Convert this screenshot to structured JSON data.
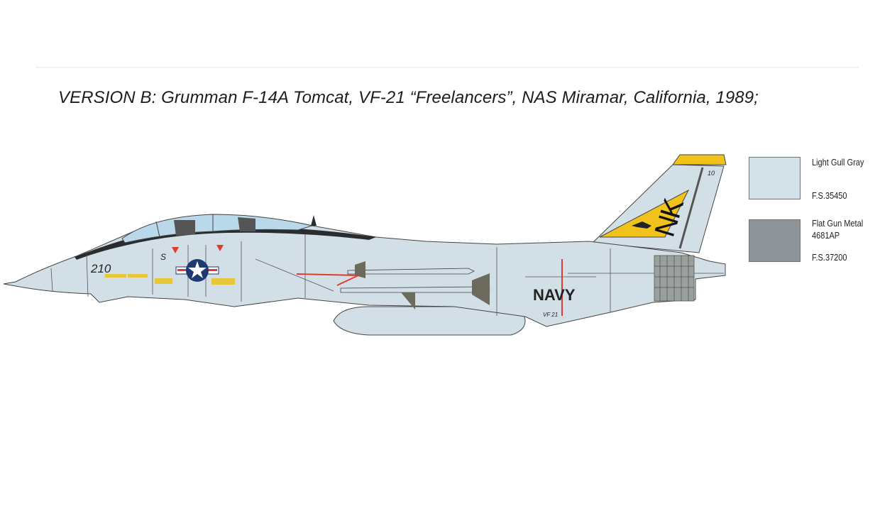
{
  "title": "VERSION B: Grumman F-14A Tomcat, VF-21 “Freelancers”, NAS Miramar, California, 1989;",
  "aircraft": {
    "markings": {
      "modex": "210",
      "service": "NAVY",
      "tail_code": "NK",
      "tail_number": "10",
      "squadron": "VF 21",
      "side_letter": "S"
    },
    "colors": {
      "body": "#d3dfe7",
      "canopy": "#b9d9ea",
      "spine": "#2a2d2f",
      "tail_yellow": "#f1c21b",
      "roundel_blue": "#1f3a73",
      "red": "#e23a2e"
    }
  },
  "legend": [
    {
      "name": "Light Gull Gray",
      "code": "F.S.35450",
      "color": "#d3e1e9"
    },
    {
      "name": "Flat Gun Metal",
      "sub": "4681AP",
      "code": "F.S.37200",
      "color": "#8f9499"
    }
  ]
}
